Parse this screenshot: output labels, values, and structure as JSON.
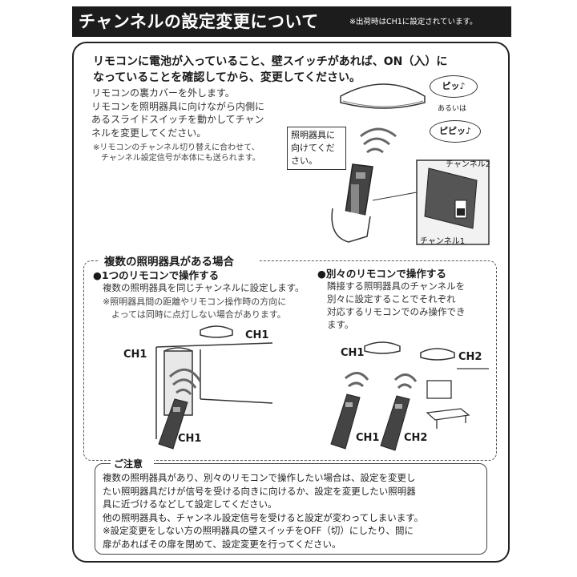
{
  "header": {
    "title": "チャンネルの設定変更について",
    "note": "※出荷時はCH1に設定されています。"
  },
  "intro": {
    "line1": "リモコンに電池が入っていること、壁スイッチがあれば、ON（入）に",
    "line2": "なっていることを確認してから、変更してください。"
  },
  "steps": {
    "text": "リモコンの裏カバーを外します。\nリモコンを照明器具に向けながら内側に\nあるスライドスイッチを動かしてチャン\nネルを変更してください。",
    "note": "※リモコンのチャンネル切り替えに合わせて、\n　チャンネル設定信号が本体にも送られます。"
  },
  "illustration_top": {
    "callout": "照明器具に\n向けてくだ\nさい。",
    "beep1": "ピッ♪",
    "or": "あるいは",
    "beep2": "ピピッ♪",
    "channel2": "チャンネル2",
    "channel1": "チャンネル1"
  },
  "multi": {
    "title": "複数の照明器具がある場合",
    "left": {
      "heading": "●1つのリモコンで操作する",
      "text": "複数の照明器具を同じチャンネルに設定します。",
      "note": "※照明器具間の距離やリモコン操作時の方向に\n　よっては同時に点灯しない場合があります。",
      "ch_ceiling": "CH1",
      "ch_room": "CH1",
      "ch_remote": "CH1"
    },
    "right": {
      "heading": "●別々のリモコンで操作する",
      "text": "隣接する照明器具のチャンネルを\n別々に設定することでそれぞれ\n対応するリモコンでのみ操作でき\nます。",
      "ch_light1": "CH1",
      "ch_light2": "CH2",
      "ch_remote1": "CH1",
      "ch_remote2": "CH2"
    }
  },
  "caution": {
    "title": "ご注意",
    "text": "複数の照明器具があり、別々のリモコンで操作したい場合は、設定を変更し\nたい照明器具だけが信号を受ける向きに向けるか、設定を変更したい照明器\n具に近づけるなどして設定してください。\n他の照明器具も、チャンネル設定信号を受けると設定が変わってしまいます。\n※設定変更をしない方の照明器具の壁スイッチをOFF（切）にしたり、間に\n扉があればその扉を閉めて、設定変更を行ってください。"
  }
}
